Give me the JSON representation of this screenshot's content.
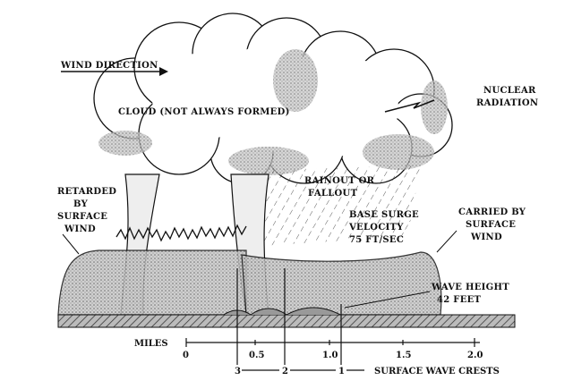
{
  "labels": {
    "wind_direction": "WIND DIRECTION",
    "cloud": "CLOUD (NOT ALWAYS FORMED)",
    "nuclear_radiation": [
      "NUCLEAR",
      "RADIATION"
    ],
    "rainout": [
      "RAINOUT OR",
      "FALLOUT"
    ],
    "base_surge": [
      "BASE SURGE",
      "VELOCITY",
      "75 FT/SEC"
    ],
    "retarded": [
      "RETARDED",
      "BY",
      "SURFACE",
      "WIND"
    ],
    "carried": [
      "CARRIED BY",
      "SURFACE",
      "WIND"
    ],
    "wave_height": [
      "WAVE HEIGHT",
      "42 FEET"
    ]
  },
  "scale": {
    "label": "MILES",
    "ticks": [
      "0",
      "0.5",
      "1.0",
      "1.5",
      "2.0"
    ],
    "crests": [
      "3",
      "2",
      "1"
    ],
    "crests_label": "SURFACE WAVE CRESTS"
  },
  "colors": {
    "ink": "#111111",
    "stipple": "#9a9a9a",
    "background": "#ffffff"
  }
}
